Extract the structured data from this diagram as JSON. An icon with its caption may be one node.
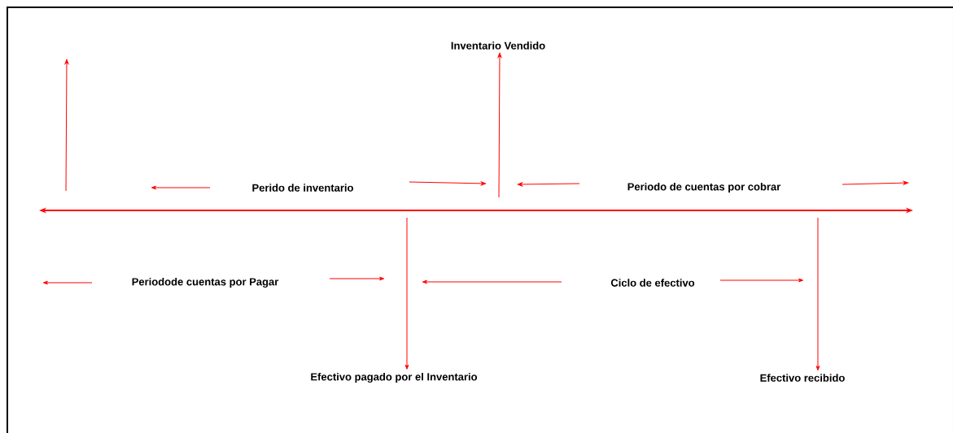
{
  "diagram": {
    "nodes": [
      {
        "text": [
          "Inventario Vendido"
        ]
      },
      {
        "text": [
          "Efectivo pagado por el Inventario"
        ]
      },
      {
        "text": [
          "Efectivo recibido"
        ]
      }
    ],
    "edges": [
      {
        "from": null,
        "to": 0,
        "arrow": "to"
      },
      {
        "from": null,
        "to": 1,
        "arrow": "to"
      },
      {
        "from": null,
        "to": 2,
        "arrow": "to"
      }
    ],
    "labels": [
      "Perido de inventario",
      "Periodo de cuentas por cobrar",
      "Periodode cuentas por Pagar",
      "Ciclo de efectivo"
    ]
  }
}
